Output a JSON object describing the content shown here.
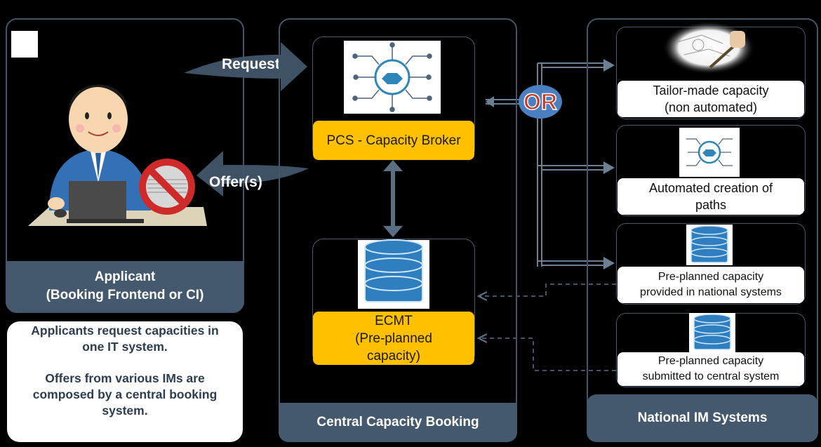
{
  "applicant": {
    "title": "Applicant",
    "subtitle": "(Booking Frontend or CI)"
  },
  "note": {
    "line1": "Applicants request capacities in",
    "line2": "one IT system.",
    "line3": "Offers from various IMs are",
    "line4": "composed by a central booking",
    "line5": "system."
  },
  "arrows": {
    "request": "Request",
    "offers": "Offer(s)"
  },
  "central": {
    "footer": "Central Capacity Booking",
    "pcs_label": "PCS - Capacity Broker",
    "ecmt_line1": "ECMT",
    "ecmt_line2": "(Pre-planned",
    "ecmt_line3": "capacity)"
  },
  "or_label": "OR",
  "national": {
    "footer": "National IM Systems",
    "items": [
      {
        "line1": "Tailor-made capacity",
        "line2": "(non automated)"
      },
      {
        "line1": "Automated creation of",
        "line2": "paths"
      },
      {
        "line1": "Pre-planned capacity",
        "line2": "provided in national systems"
      },
      {
        "line1": "Pre-planned capacity",
        "line2": "submitted to central system"
      }
    ]
  },
  "colors": {
    "panel_border": "#41546a",
    "footer_bg": "#44596d",
    "accent_yellow": "#ffc000",
    "arrow_slate": "#3f5265",
    "or_red": "#c0392b",
    "or_blue": "#4a7fc1"
  }
}
